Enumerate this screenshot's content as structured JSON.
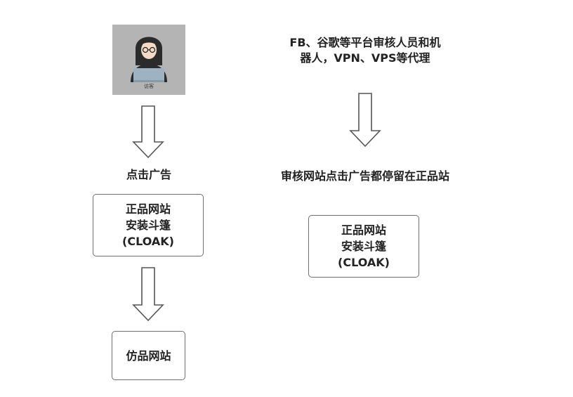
{
  "avatar": {
    "caption": "访客"
  },
  "left_flow": {
    "action_label": "点击广告",
    "cloak_box": {
      "line1": "正品网站",
      "line2": "安装斗篷",
      "line3": "(CLOAK)"
    },
    "fake_box": {
      "line1": "仿品网站"
    }
  },
  "right_flow": {
    "reviewers_label": {
      "line1": "FB、谷歌等平台审核人员和机",
      "line2": "器人，VPN、VPS等代理"
    },
    "result_label": "审核网站点击广告都停留在正品站",
    "cloak_box": {
      "line1": "正品网站",
      "line2": "安装斗篷",
      "line3": "(CLOAK)"
    }
  },
  "colors": {
    "avatar_bg": "#b4b4b4",
    "figure_dark": "#2b2b2b",
    "laptop": "#9fb2c2",
    "box_border": "#6f6f6f",
    "arrow_stroke": "#555555"
  }
}
